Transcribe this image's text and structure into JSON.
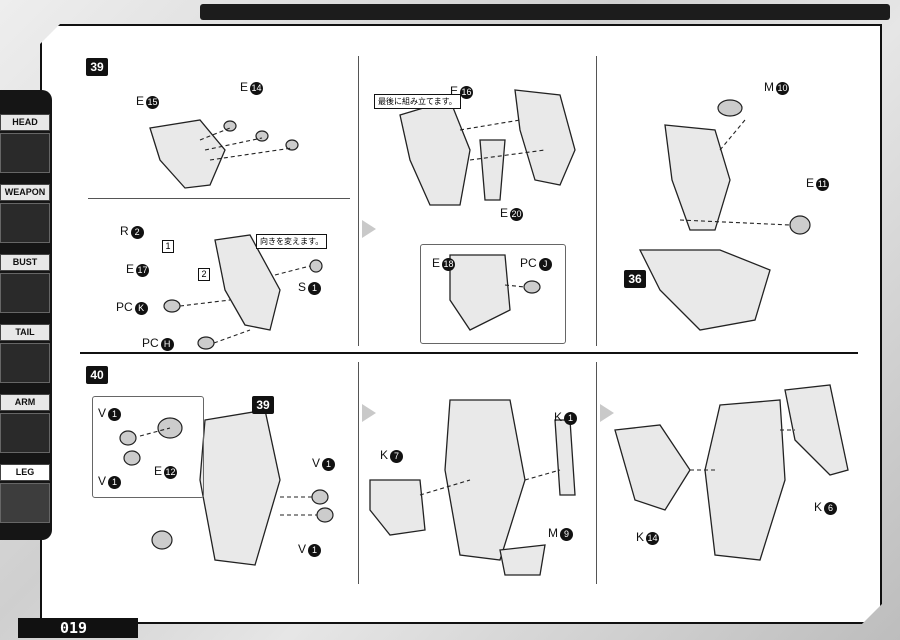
{
  "page_number": "019",
  "sidebar": {
    "tabs": [
      {
        "label": "HEAD",
        "active": false
      },
      {
        "label": "WEAPON",
        "active": false
      },
      {
        "label": "BUST",
        "active": false
      },
      {
        "label": "TAIL",
        "active": false
      },
      {
        "label": "ARM",
        "active": false
      },
      {
        "label": "LEG",
        "active": true
      }
    ]
  },
  "step39": {
    "number": "39",
    "panel1": {
      "labels": [
        {
          "letter": "E",
          "num": "15"
        },
        {
          "letter": "E",
          "num": "14"
        }
      ]
    },
    "panel1b": {
      "labels": [
        {
          "letter": "R",
          "num": "2"
        },
        {
          "letter": "E",
          "num": "17"
        },
        {
          "letter": "PC",
          "num": "K"
        },
        {
          "letter": "PC",
          "num": "H"
        },
        {
          "letter": "S",
          "num": "1"
        }
      ],
      "boxes": [
        "1",
        "2"
      ],
      "note": "向きを変えます。"
    },
    "panel2": {
      "note": "最後に組み立てます。",
      "labels": [
        {
          "letter": "E",
          "num": "16"
        },
        {
          "letter": "E",
          "num": "20"
        }
      ],
      "inset_labels": [
        {
          "letter": "E",
          "num": "18"
        },
        {
          "letter": "PC",
          "num": "J"
        }
      ]
    },
    "panel3": {
      "labels": [
        {
          "letter": "M",
          "num": "10"
        },
        {
          "letter": "E",
          "num": "11"
        }
      ],
      "step_ref": "36"
    }
  },
  "step40": {
    "number": "40",
    "panel1": {
      "inset_labels": [
        {
          "letter": "V",
          "num": "1"
        },
        {
          "letter": "V",
          "num": "1"
        },
        {
          "letter": "E",
          "num": "12"
        }
      ],
      "labels": [
        {
          "letter": "V",
          "num": "1"
        },
        {
          "letter": "V",
          "num": "1"
        }
      ],
      "step_ref": "39"
    },
    "panel2": {
      "labels": [
        {
          "letter": "K",
          "num": "1"
        },
        {
          "letter": "K",
          "num": "7"
        },
        {
          "letter": "M",
          "num": "9"
        }
      ]
    },
    "panel3": {
      "labels": [
        {
          "letter": "K",
          "num": "14"
        },
        {
          "letter": "K",
          "num": "6"
        }
      ]
    }
  },
  "colors": {
    "ink": "#111111",
    "arrow": "#c9c9c9",
    "frame": "#151515"
  }
}
